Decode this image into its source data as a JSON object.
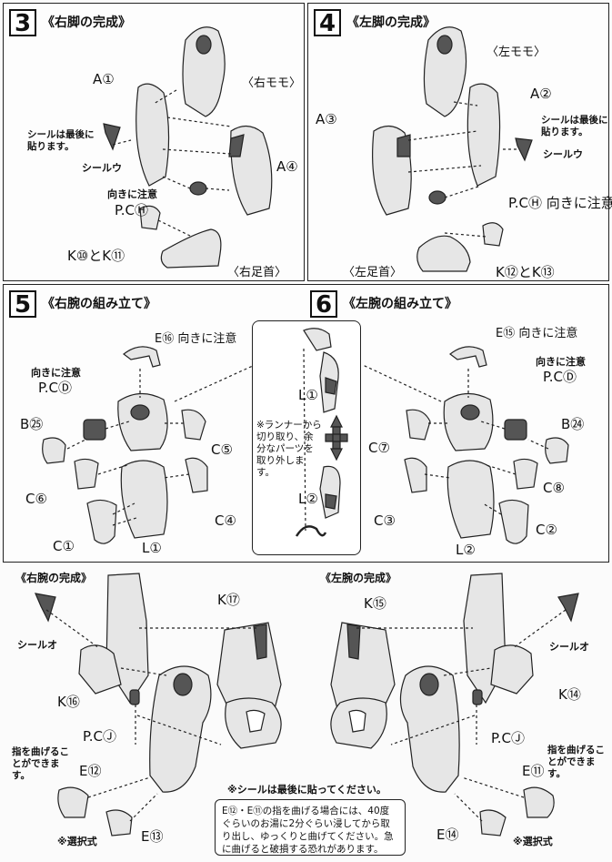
{
  "step3": {
    "number": "3",
    "title": "《右脚の完成》",
    "labels": {
      "thigh": "〈右モモ〉",
      "a1": "A①",
      "a4": "A④",
      "seal_note": "シールは最後に貼ります。",
      "seal": "シールウ",
      "direction_note": "向きに注意",
      "pc": "P.CⒽ",
      "k": "K⑩とK⑪",
      "ankle": "〈右足首〉"
    }
  },
  "step4": {
    "number": "4",
    "title": "《左脚の完成》",
    "labels": {
      "thigh": "〈左モモ〉",
      "a2": "A②",
      "a3": "A③",
      "seal_note": "シールは最後に貼ります。",
      "seal": "シールウ",
      "pc": "P.CⒽ 向きに注意",
      "k": "K⑫とK⑬",
      "ankle": "〈左足首〉"
    }
  },
  "step5": {
    "number": "5",
    "title": "《右腕の組み立て》",
    "labels": {
      "e16": "E⑯ 向きに注意",
      "direction_note": "向きに注意",
      "pc": "P.CⒹ",
      "b25": "B㉕",
      "c5": "C⑤",
      "c6": "C⑥",
      "c4": "C④",
      "c1": "C①",
      "l1": "L①"
    }
  },
  "step6": {
    "number": "6",
    "title": "《左腕の組み立て》",
    "labels": {
      "e15": "E⑮ 向きに注意",
      "direction_note": "向きに注意",
      "pc": "P.CⒹ",
      "b24": "B㉔",
      "c7": "C⑦",
      "c8": "C⑧",
      "c3": "C③",
      "c2": "C②",
      "l2": "L②"
    }
  },
  "runner_note": {
    "text": "※ランナーから切り取り、余分なパーツを取り外します。",
    "l1": "L①",
    "l2": "L②"
  },
  "right_arm_complete": {
    "title": "《右腕の完成》",
    "labels": {
      "k17": "K⑰",
      "seal": "シールオ",
      "k16": "K⑯",
      "pc": "P.CⒿ",
      "finger_note": "指を曲げることができます。",
      "e12": "E⑫",
      "e13": "E⑬",
      "select": "※選択式"
    }
  },
  "left_arm_complete": {
    "title": "《左腕の完成》",
    "labels": {
      "k15": "K⑮",
      "seal": "シールオ",
      "k14": "K⑭",
      "pc": "P.CⒿ",
      "finger_note": "指を曲げることができます。",
      "e11": "E⑪",
      "e14": "E⑭",
      "select": "※選択式"
    }
  },
  "footer": {
    "seal_last": "※シールは最後に貼ってください。",
    "bend_note": "E⑫・E⑪の指を曲げる場合には、40度ぐらいのお湯に2分ぐらい浸してから取り出し、ゆっくりと曲げてください。急に曲げると破損する恐れがあります。"
  },
  "colors": {
    "line": "#222222",
    "fill": "#e6e6e6",
    "shade": "#555555"
  }
}
